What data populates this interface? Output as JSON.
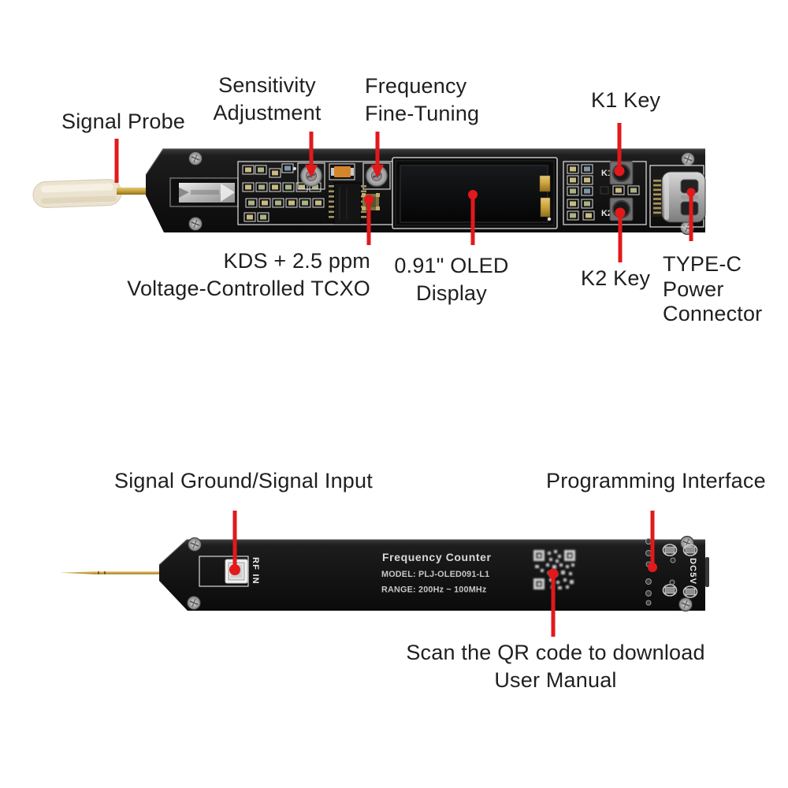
{
  "colors": {
    "annotation_red": "#e2191b",
    "device_black": "#141414",
    "label_text": "#1f1f1f",
    "gold": "#c9a23b"
  },
  "top_view": {
    "labels": {
      "signal_probe": "Signal Probe",
      "sensitivity": [
        "Sensitivity",
        "Adjustment"
      ],
      "frequency": [
        "Frequency",
        "Fine-Tuning"
      ],
      "k1_key": "K1 Key",
      "tcxo": [
        "KDS + 2.5 ppm",
        "Voltage-Controlled TCXO"
      ],
      "oled": [
        "0.91\" OLED",
        "Display"
      ],
      "k2_key": "K2 Key",
      "typec": [
        "TYPE-C",
        "Power",
        "Connector"
      ]
    },
    "silkscreen": {
      "k1": "K1",
      "k2": "K2"
    }
  },
  "bottom_view": {
    "labels": {
      "signal_input": "Signal Ground/Signal Input",
      "programming": "Programming Interface",
      "scan_qr": [
        "Scan the QR code to download",
        "User Manual"
      ]
    },
    "silkscreen": {
      "rf_in": "RF IN",
      "dc5v": "DC5V",
      "title": "Frequency Counter",
      "model": "MODEL: PLJ-OLED091-L1",
      "range": "RANGE: 200Hz ~ 100MHz"
    }
  }
}
